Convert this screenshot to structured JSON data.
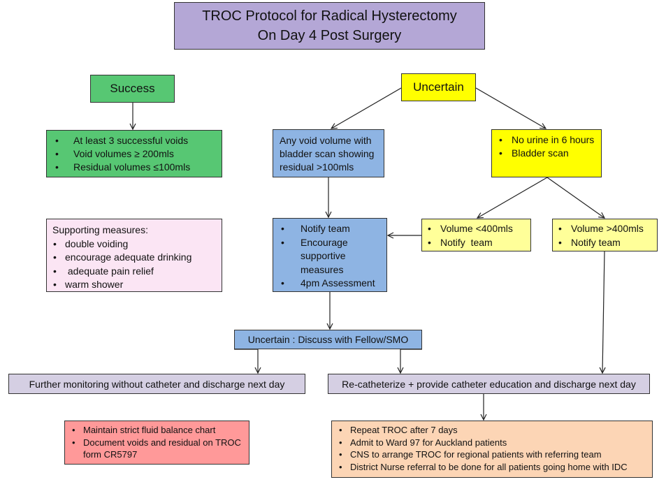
{
  "title": {
    "line1": "TROC Protocol for Radical Hysterectomy",
    "line2": "On Day 4 Post Surgery"
  },
  "success": {
    "label": "Success"
  },
  "uncertain": {
    "label": "Uncertain"
  },
  "success_criteria": {
    "items": [
      "At least 3 successful voids",
      "Void volumes ≥  200mls",
      "Residual volumes ≤100mls"
    ]
  },
  "void_scan": {
    "text": "Any void volume with bladder scan showing residual >100mls"
  },
  "no_urine": {
    "items": [
      "No urine in 6 hours",
      "Bladder scan"
    ]
  },
  "supporting_measures": {
    "heading": "Supporting measures:",
    "items": [
      "double voiding",
      "encourage adequate drinking",
      " adequate pain relief",
      "warm shower"
    ]
  },
  "notify_team": {
    "items": [
      "Notify team",
      "Encourage supportive measures",
      "4pm Assessment"
    ]
  },
  "volume_low": {
    "items": [
      "Volume <400mls",
      "Notify  team"
    ]
  },
  "volume_high": {
    "items": [
      "Volume >400mls",
      "Notify team"
    ]
  },
  "discuss": {
    "label": "Uncertain : Discuss with Fellow/SMO"
  },
  "further_monitoring": {
    "label": "Further monitoring without catheter and discharge next day"
  },
  "recatheterize": {
    "label": "Re-catheterize + provide catheter education and discharge next day"
  },
  "fluid_balance": {
    "items": [
      "Maintain strict fluid balance chart",
      "Document voids and residual on TROC form CR5797"
    ]
  },
  "repeat_troc": {
    "items": [
      "Repeat TROC after 7 days",
      "Admit to Ward 97 for Auckland patients",
      "CNS to arrange TROC for regional patients with referring team",
      "District Nurse referral to be done for all patients going home with IDC"
    ]
  },
  "colors": {
    "title_bg": "#b4a7d6",
    "success_green": "#57c773",
    "uncertain_yellow": "#ffff00",
    "blue": "#8eb4e3",
    "light_yellow": "#ffff99",
    "pink": "#fbe5f4",
    "lavender": "#d5cfe3",
    "red": "#ff9999",
    "peach": "#fcd5b5"
  }
}
